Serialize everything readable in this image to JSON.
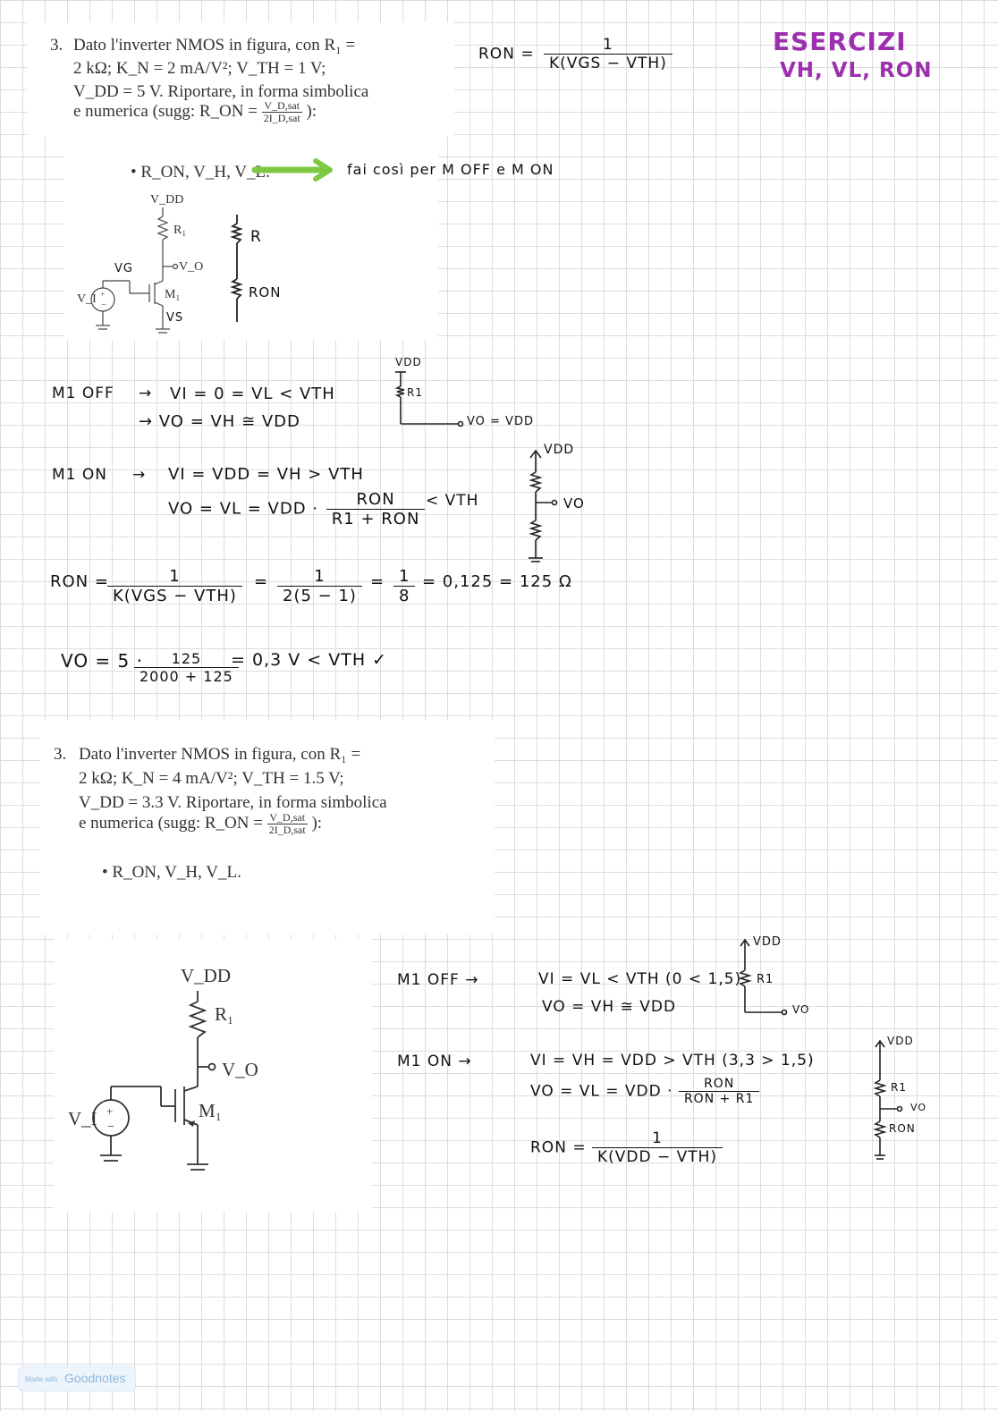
{
  "header": {
    "title_line1": "ESERCIZI",
    "title_line2": "VH, VL, RON",
    "ron_label": "RON =",
    "ron_num": "1",
    "ron_den": "K(VGS − VTH)"
  },
  "ex1": {
    "num": "3.",
    "line1": "Dato l'inverter NMOS in figura, con R₁ =",
    "line2": "2 kΩ;  K_N  =  2 mA/V²;  V_TH  =  1 V;",
    "line3": "V_DD = 5 V.  Riportare, in forma simbolica",
    "line4_pre": "e numerica (sugg: R_ON =",
    "sugg_num": "V_D,sat",
    "sugg_den": "2I_D,sat",
    "line4_post": "):",
    "bullet": "R_ON, V_H, V_L.",
    "arrow_note": "fai così per   M OFF e M ON",
    "fig": {
      "vdd": "V_DD",
      "r1": "R₁",
      "vo": "V_O",
      "vg": "VG",
      "m1": "M₁",
      "vi": "V_I",
      "vs": "VS"
    },
    "sketch": {
      "r": "R",
      "ron": "RON"
    },
    "off_label": "M1  OFF",
    "off_line1": "VI = 0 = VL  < VTH",
    "off_line2": "→  VO = VH ≅ VDD",
    "off_circ_vdd": "VDD",
    "off_circ_r1": "R1",
    "off_circ_vo": "VO = VDD",
    "on_label": "M1  ON",
    "on_line1": "VI = VDD = VH > VTH",
    "on_line2_pre": "VO = VL = VDD ·",
    "on_num": "RON",
    "on_den": "R1 + RON",
    "on_lt": "< VTH",
    "on_circ_vdd": "VDD",
    "on_circ_vo": "VO",
    "calc_ron": "RON =",
    "calc_f1_num": "1",
    "calc_f1_den": "K(VGS − VTH)",
    "calc_f2_num": "1",
    "calc_f2_den": "2(5 − 1)",
    "calc_f3_num": "1",
    "calc_f3_den": "8",
    "calc_result": "= 0,125 = 125 Ω",
    "vo_pre": "VO = 5 ·",
    "vo_num": "125",
    "vo_den": "2000 + 125",
    "vo_result": "= 0,3 V < VTH ✓"
  },
  "ex2": {
    "num": "3.",
    "line1": "Dato l'inverter NMOS in figura, con R₁ =",
    "line2": "2 kΩ;  K_N  =  4 mA/V²;  V_TH  =  1.5 V;",
    "line3": "V_DD = 3.3 V.  Riportare, in forma simbolica",
    "line4_pre": "e numerica (sugg: R_ON =",
    "sugg_num": "V_D,sat",
    "sugg_den": "2I_D,sat",
    "line4_post": "):",
    "bullet": "R_ON, V_H, V_L.",
    "fig": {
      "vdd": "V_DD",
      "r1": "R₁",
      "vo": "V_O",
      "m1": "M₁",
      "vi": "V_I"
    },
    "off_label": "M1  OFF  →",
    "off_line1": "VI = VL < VTH  (0 < 1,5)",
    "off_line2": "VO = VH ≅ VDD",
    "off_circ_vdd": "VDD",
    "off_circ_r1": "R1",
    "off_circ_vo": "VO",
    "on_label": "M1  ON  →",
    "on_line1": "VI = VH = VDD > VTH  (3,3 > 1,5)",
    "on_line2_pre": "VO = VL = VDD ·",
    "on_num": "RON",
    "on_den": "RON + R1",
    "ron_pre": "RON =",
    "ron_num": "1",
    "ron_den": "K(VDD − VTH)",
    "on_circ_vdd": "VDD",
    "on_circ_r1": "R1",
    "on_circ_vo": "VO",
    "on_circ_ron": "RON"
  },
  "footer": {
    "made_with": "Made with",
    "brand": "Goodnotes"
  }
}
